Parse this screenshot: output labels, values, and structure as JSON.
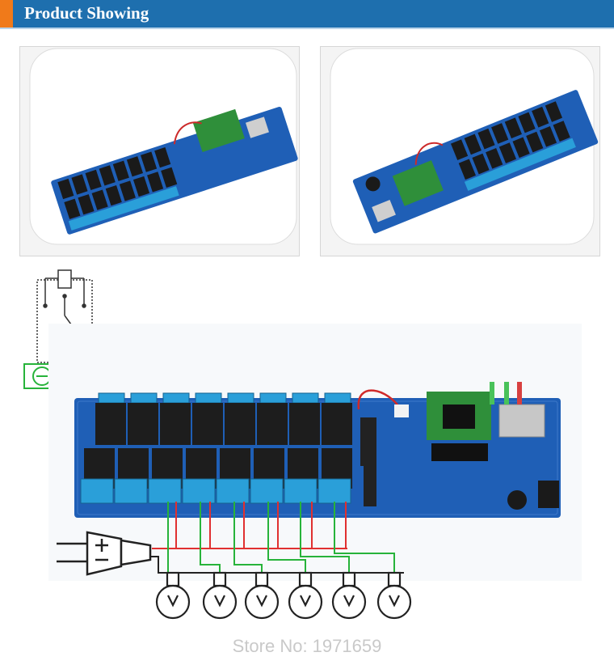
{
  "header": {
    "title": "Product Showing"
  },
  "colors": {
    "header_bar": "#1e6fae",
    "header_accent": "#f07a1a",
    "board": "#1f5fb6",
    "relay": "#1d1d1d",
    "terminal": "#2a9fd9",
    "wire_green": "#27b33a",
    "wire_red": "#e03030"
  },
  "photos": [
    {
      "name": "board-photo-left"
    },
    {
      "name": "board-photo-right"
    }
  ],
  "diagram": {
    "relay_count": 16,
    "bulb_count": 6
  },
  "watermark": {
    "store": "Store No: 1971659"
  }
}
